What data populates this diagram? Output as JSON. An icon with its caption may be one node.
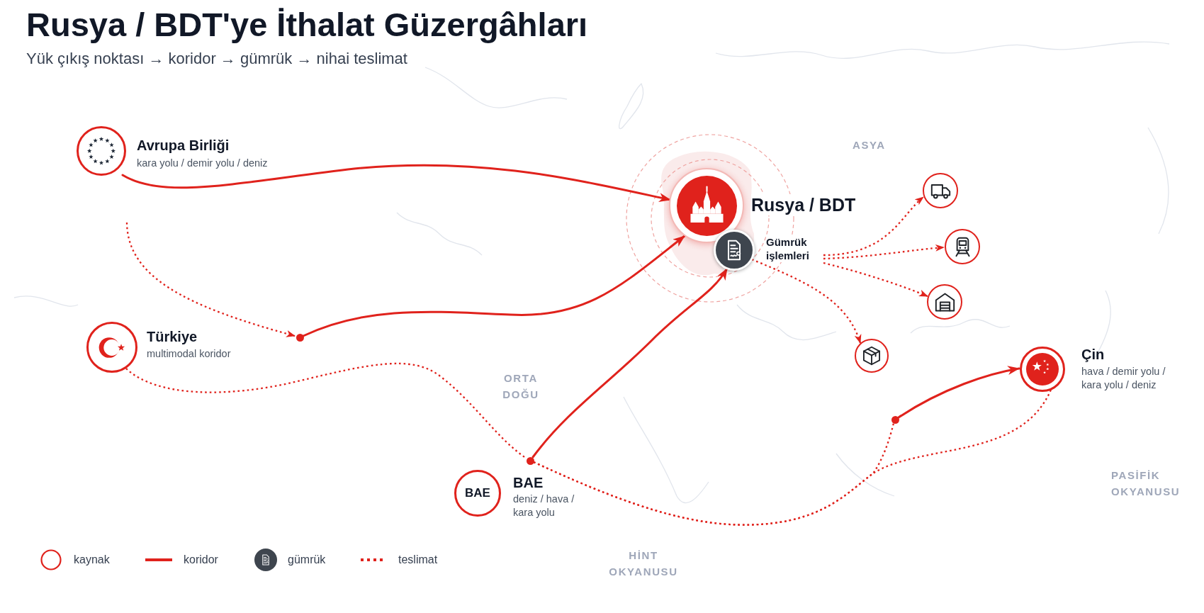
{
  "diagram": {
    "title": "Rusya / BDT'ye İthalat Güzergâhları",
    "nodes": [
      {
        "text": [
          "Avrupa Birliği",
          "kara yolu / demir yolu / deniz"
        ]
      },
      {
        "text": [
          "Rusya / BDT"
        ]
      },
      {
        "text": [
          "Gümrük işlemleri"
        ]
      },
      {
        "text": [],
        "shape": "circle"
      },
      {
        "text": [],
        "shape": "circle"
      },
      {
        "text": [],
        "shape": "circle"
      },
      {
        "text": [],
        "shape": "dot"
      },
      {
        "text": [
          "Türkiye",
          "multimodal koridor"
        ]
      },
      {
        "text": [],
        "shape": "circle"
      },
      {
        "text": [
          "Çin",
          "hava / demir yolu / kara yolu / deniz"
        ]
      },
      {
        "text": [],
        "shape": "dot"
      },
      {
        "text": [],
        "shape": "dot"
      },
      {
        "text": [
          "BAE",
          "BAE",
          "deniz / hava / kara yolu"
        ]
      }
    ],
    "edges": [
      {
        "from": 0,
        "to": 1,
        "arrow": "to"
      },
      {
        "from": null,
        "to": 6,
        "arrow": "to",
        "style": "dashed"
      },
      {
        "from": 6,
        "to": 1,
        "arrow": "to"
      },
      {
        "from": 2,
        "to": 3,
        "arrow": "to",
        "style": "dashed"
      },
      {
        "from": 2,
        "to": 4,
        "arrow": "to",
        "style": "dashed"
      },
      {
        "from": 2,
        "to": 5,
        "arrow": "to",
        "style": "dashed"
      },
      {
        "from": 2,
        "to": 8,
        "arrow": "to",
        "style": "dashed"
      },
      {
        "from": 7,
        "to": 11,
        "arrow": "none",
        "style": "dashed"
      },
      {
        "from": 11,
        "to": 2,
        "arrow": "to"
      },
      {
        "from": 11,
        "to": 9,
        "arrow": "none",
        "style": "dashed"
      },
      {
        "from": 11,
        "to": 10,
        "arrow": "none",
        "style": "dashed"
      },
      {
        "from": 10,
        "to": 9,
        "arrow": "to"
      }
    ],
    "labels": [
      "Yük çıkış noktası → koridor → gümrük → nihai teslimat",
      "ASYA",
      "ORTA DOĞU",
      "PASİFİK OKYANUSU",
      "HİNT OKYANUSU"
    ],
    "legend": [
      {
        "text": "kaynak"
      },
      {
        "text": "koridor"
      },
      {
        "text": "gümrük"
      },
      {
        "text": "teslimat"
      }
    ]
  }
}
